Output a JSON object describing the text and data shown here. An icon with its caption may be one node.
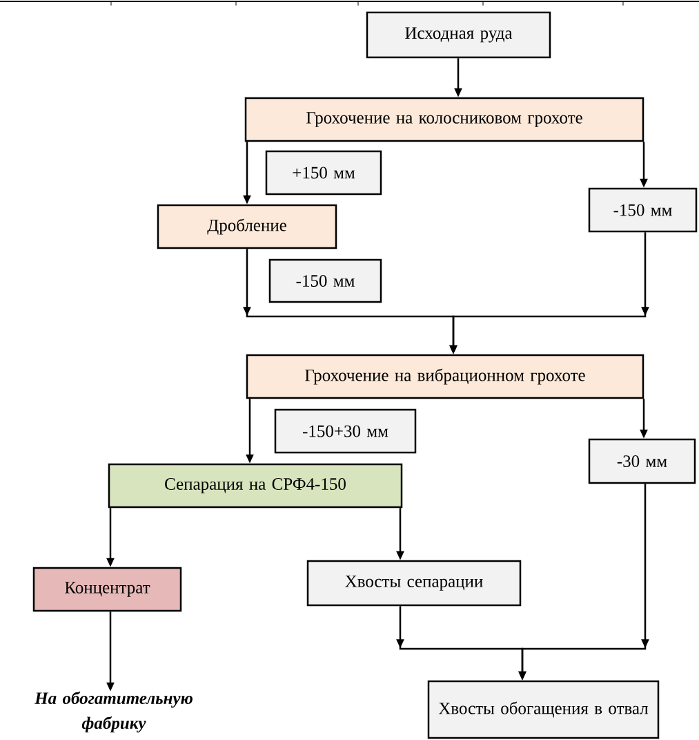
{
  "diagram": {
    "nodes": [
      {
        "text": [
          "Исходная руда"
        ]
      },
      {
        "text": [
          "Грохочение на колосниковом  грохоте"
        ]
      },
      {
        "text": [
          "+150 мм"
        ]
      },
      {
        "text": [
          "Дробление"
        ]
      },
      {
        "text": [
          "-150 мм"
        ]
      },
      {
        "text": [
          "-150 мм"
        ]
      },
      {
        "text": [
          "Грохочение на вибрационном  грохоте"
        ]
      },
      {
        "text": [
          "-150+30 мм"
        ]
      },
      {
        "text": [
          "-30 мм"
        ]
      },
      {
        "text": [
          "Сепарация на СРФ4-150"
        ]
      },
      {
        "text": [
          "Концентрат"
        ]
      },
      {
        "text": [
          "Хвосты сепарации"
        ]
      },
      {
        "text": [
          "На обогатительную фабрику"
        ]
      },
      {
        "text": [
          "Хвосты обогащения в отвал"
        ]
      }
    ],
    "edges": [
      {
        "from": 0,
        "to": 1,
        "arrow": "to"
      },
      {
        "from": 1,
        "to": 3,
        "arrow": "to"
      },
      {
        "from": 1,
        "to": 4,
        "arrow": "to"
      },
      {
        "from": 3,
        "to": 6,
        "arrow": "to"
      },
      {
        "from": 4,
        "to": 6,
        "arrow": "to"
      },
      {
        "from": 6,
        "to": 9,
        "arrow": "to"
      },
      {
        "from": 6,
        "to": 8,
        "arrow": "to"
      },
      {
        "from": 9,
        "to": 10,
        "arrow": "to"
      },
      {
        "from": 9,
        "to": 11,
        "arrow": "to"
      },
      {
        "from": 11,
        "to": 13,
        "arrow": "to"
      },
      {
        "from": 8,
        "to": 13,
        "arrow": "to"
      },
      {
        "from": 10,
        "to": 12,
        "arrow": "to"
      }
    ]
  }
}
